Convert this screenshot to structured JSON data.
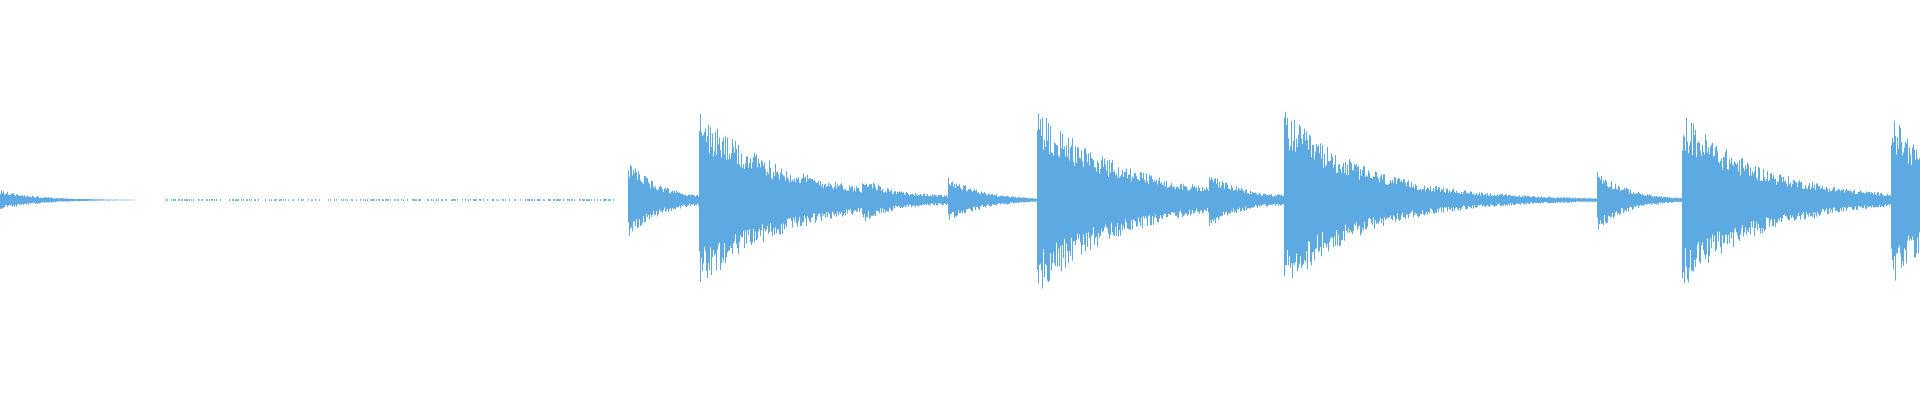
{
  "waveform": {
    "color": "#5DA9E1",
    "background": "#FFFFFF",
    "time_range": [
      0,
      1
    ],
    "amplitude_range": [
      -1,
      1
    ],
    "transients": [
      {
        "t": 0.0,
        "amp": 0.05,
        "decay": 0.02,
        "kind": "tail"
      },
      {
        "t": 0.327,
        "amp": 0.2,
        "decay": 0.018,
        "kind": "click"
      },
      {
        "t": 0.364,
        "amp": 0.45,
        "decay": 0.045,
        "kind": "hit"
      },
      {
        "t": 0.412,
        "amp": 0.1,
        "decay": 0.02,
        "kind": "click"
      },
      {
        "t": 0.449,
        "amp": 0.12,
        "decay": 0.02,
        "kind": "click"
      },
      {
        "t": 0.494,
        "amp": 0.12,
        "decay": 0.018,
        "kind": "click"
      },
      {
        "t": 0.54,
        "amp": 0.48,
        "decay": 0.045,
        "kind": "hit"
      },
      {
        "t": 0.63,
        "amp": 0.14,
        "decay": 0.02,
        "kind": "click"
      },
      {
        "t": 0.669,
        "amp": 0.46,
        "decay": 0.042,
        "kind": "hit"
      },
      {
        "t": 0.736,
        "amp": 0.1,
        "decay": 0.02,
        "kind": "click"
      },
      {
        "t": 0.781,
        "amp": 0.02,
        "decay": 0.015,
        "kind": "click"
      },
      {
        "t": 0.832,
        "amp": 0.16,
        "decay": 0.016,
        "kind": "click"
      },
      {
        "t": 0.876,
        "amp": 0.45,
        "decay": 0.042,
        "kind": "hit"
      },
      {
        "t": 0.944,
        "amp": 0.1,
        "decay": 0.018,
        "kind": "click"
      },
      {
        "t": 0.985,
        "amp": 0.44,
        "decay": 0.03,
        "kind": "hit"
      }
    ],
    "noise_segments": [
      {
        "start": 0.085,
        "end": 0.32,
        "amp": 0.005
      }
    ]
  }
}
